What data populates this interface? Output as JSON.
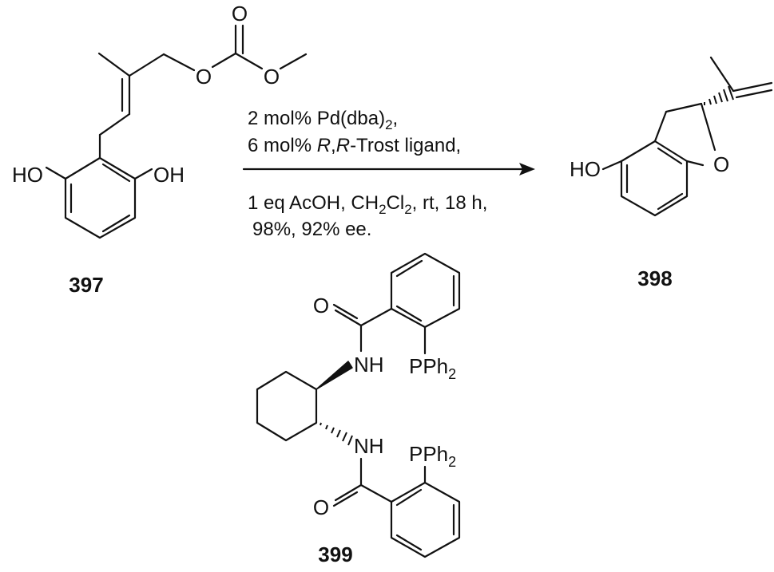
{
  "compounds": {
    "start": {
      "number": "397",
      "oh_left": "HO",
      "oh_right": "OH",
      "ether_o": "O",
      "carbonyl_o": "O",
      "methoxy_o": "O"
    },
    "product": {
      "number": "398",
      "oh": "HO",
      "ring_o": "O"
    },
    "ligand": {
      "number": "399",
      "nh_top": "NH",
      "nh_bottom": "NH",
      "o_top": "O",
      "o_bottom": "O",
      "p_top": "PPh",
      "p_top_sub": "2",
      "p_bottom": "PPh",
      "p_bottom_sub": "2"
    }
  },
  "conditions": {
    "line1_main": "2 mol% Pd(dba)",
    "line1_sub": "2",
    "line1_end": ",",
    "line2_pre": "6 mol% ",
    "line2_r1": "R",
    "line2_comma": ",",
    "line2_r2": "R",
    "line2_post": "-Trost ligand,",
    "line3_pre": "1 eq AcOH, CH",
    "line3_sub1": "2",
    "line3_mid": "Cl",
    "line3_sub2": "2",
    "line3_post": ", rt, 18 h,",
    "line4": "98%, 92% ee."
  },
  "colors": {
    "ink": "#111111",
    "background": "#ffffff"
  }
}
